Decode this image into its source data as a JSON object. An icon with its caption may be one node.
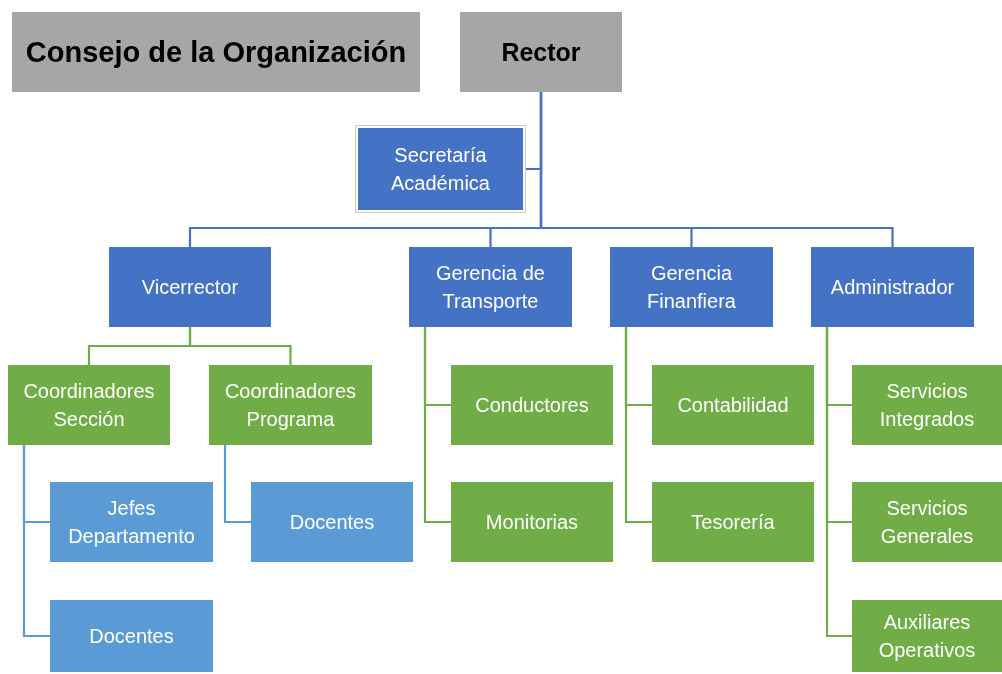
{
  "diagram": {
    "nodes": [
      {
        "text": [
          "Consejo de la Organización"
        ]
      },
      {
        "text": [
          "Rector"
        ]
      },
      {
        "text": [
          "Secretaría Académica"
        ]
      },
      {
        "text": [
          "Vicerrector"
        ]
      },
      {
        "text": [
          "Gerencia de Transporte"
        ]
      },
      {
        "text": [
          "Gerencia Finanfiera"
        ]
      },
      {
        "text": [
          "Administrador"
        ]
      },
      {
        "text": [
          "Coordinadores Sección"
        ]
      },
      {
        "text": [
          "Coordinadores Programa"
        ]
      },
      {
        "text": [
          "Jefes Departamento"
        ]
      },
      {
        "text": [
          "Docentes"
        ]
      },
      {
        "text": [
          "Docentes"
        ]
      },
      {
        "text": [
          "Conductores"
        ]
      },
      {
        "text": [
          "Monitorias"
        ]
      },
      {
        "text": [
          "Contabilidad"
        ]
      },
      {
        "text": [
          "Tesorería"
        ]
      },
      {
        "text": [
          "Servicios Integrados"
        ]
      },
      {
        "text": [
          "Servicios Generales"
        ]
      },
      {
        "text": [
          "Auxiliares Operativos"
        ]
      }
    ],
    "edges": [
      {
        "from": 1,
        "to": 2,
        "arrow": "none",
        "color": "#4472c4"
      },
      {
        "from": 1,
        "to": 3,
        "arrow": "none",
        "color": "#4472c4"
      },
      {
        "from": 1,
        "to": 4,
        "arrow": "none",
        "color": "#4472c4"
      },
      {
        "from": 1,
        "to": 5,
        "arrow": "none",
        "color": "#4472c4"
      },
      {
        "from": 1,
        "to": 6,
        "arrow": "none",
        "color": "#4472c4"
      },
      {
        "from": 3,
        "to": 7,
        "arrow": "none"
      },
      {
        "from": 3,
        "to": 8,
        "arrow": "none"
      },
      {
        "from": 7,
        "to": 9,
        "arrow": "none",
        "color": "#5b9bd5"
      },
      {
        "from": 7,
        "to": 10,
        "arrow": "none",
        "color": "#5b9bd5"
      },
      {
        "from": 8,
        "to": 11,
        "arrow": "none",
        "color": "#5b9bd5"
      },
      {
        "from": 4,
        "to": 12,
        "arrow": "none"
      },
      {
        "from": 4,
        "to": 13,
        "arrow": "none"
      },
      {
        "from": 5,
        "to": 14,
        "arrow": "none"
      },
      {
        "from": 5,
        "to": 15,
        "arrow": "none"
      },
      {
        "from": 6,
        "to": 16,
        "arrow": "none"
      },
      {
        "from": 6,
        "to": 17,
        "arrow": "none"
      },
      {
        "from": 6,
        "to": 18,
        "arrow": "none"
      }
    ]
  }
}
